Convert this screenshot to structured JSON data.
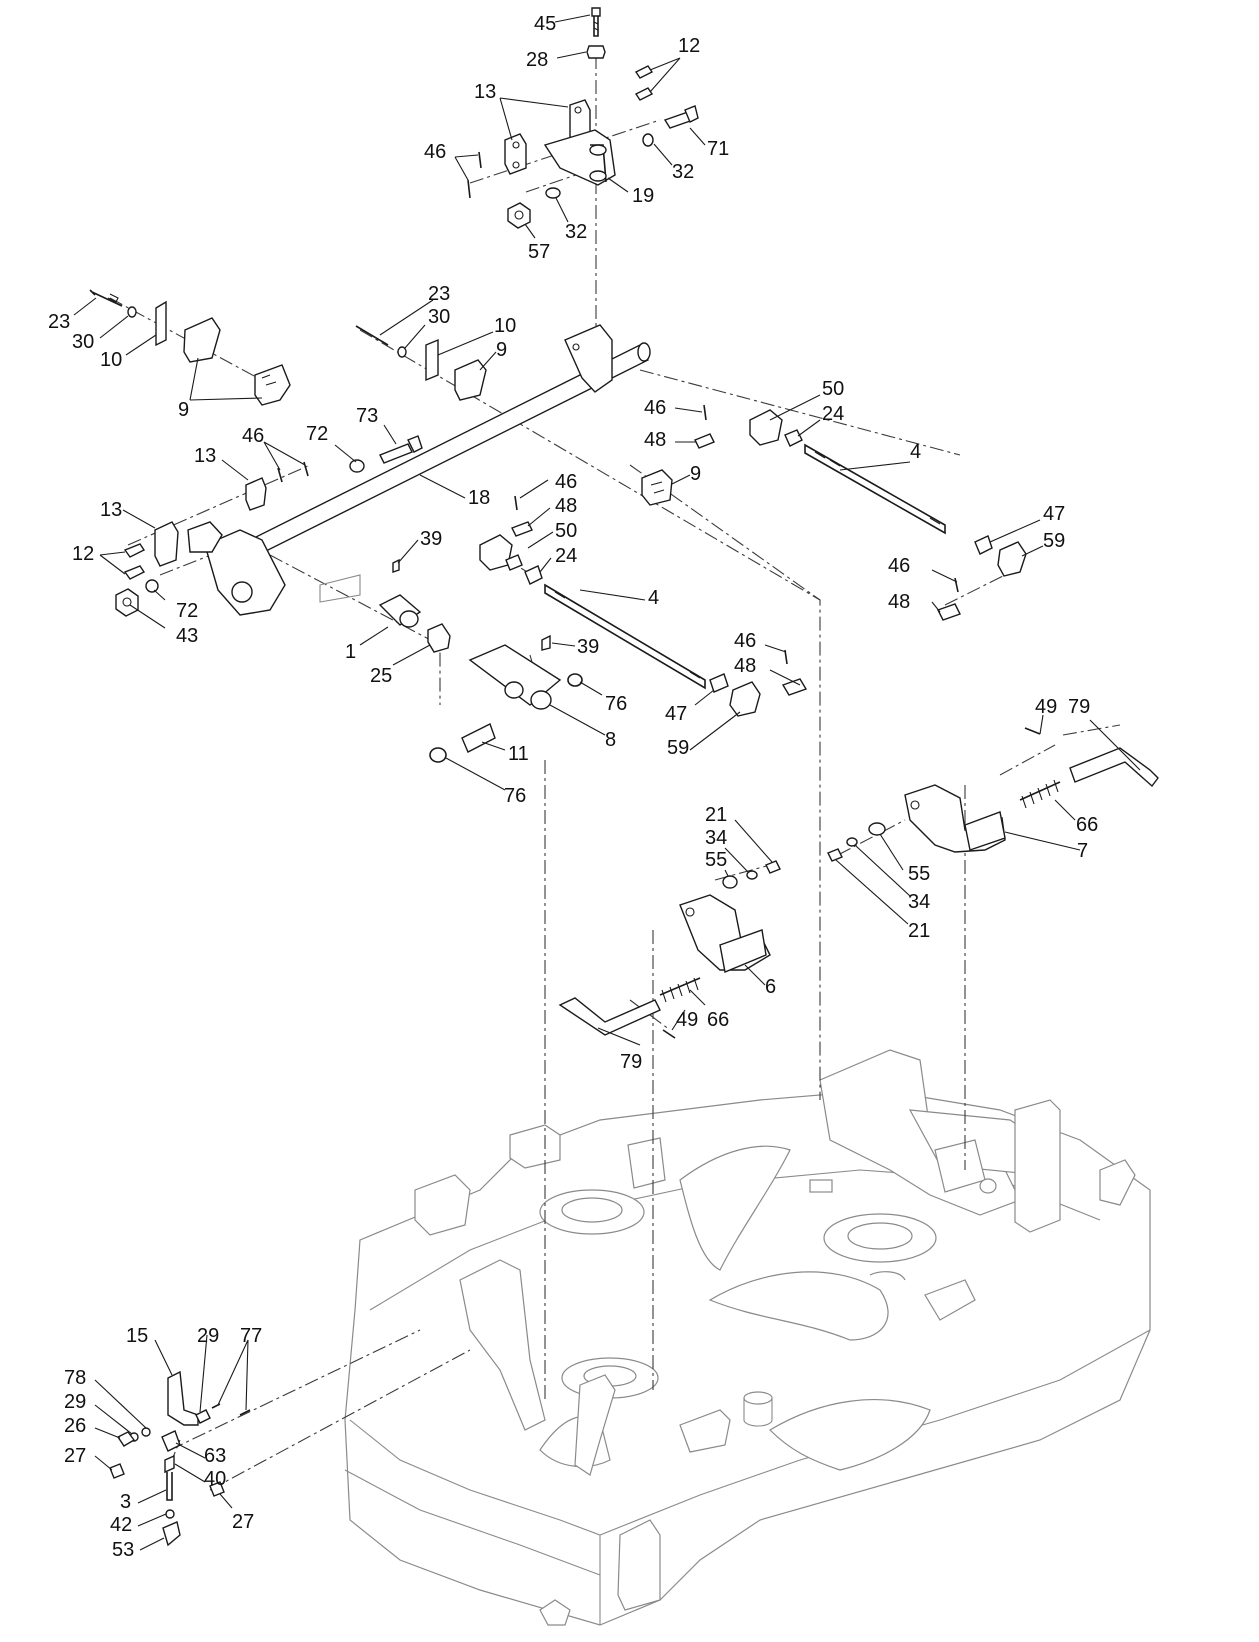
{
  "callouts": [
    {
      "id": "c45",
      "text": "45"
    },
    {
      "id": "c28",
      "text": "28"
    },
    {
      "id": "c12a",
      "text": "12"
    },
    {
      "id": "c13a",
      "text": "13"
    },
    {
      "id": "c46a",
      "text": "46"
    },
    {
      "id": "c71",
      "text": "71"
    },
    {
      "id": "c32a",
      "text": "32"
    },
    {
      "id": "c19",
      "text": "19"
    },
    {
      "id": "c32b",
      "text": "32"
    },
    {
      "id": "c57",
      "text": "57"
    },
    {
      "id": "c23a",
      "text": "23"
    },
    {
      "id": "c30a",
      "text": "30"
    },
    {
      "id": "c10a",
      "text": "10"
    },
    {
      "id": "c9a",
      "text": "9"
    },
    {
      "id": "c23b",
      "text": "23"
    },
    {
      "id": "c30b",
      "text": "30"
    },
    {
      "id": "c10b",
      "text": "10"
    },
    {
      "id": "c9b",
      "text": "9"
    },
    {
      "id": "c50a",
      "text": "50"
    },
    {
      "id": "c46b",
      "text": "46"
    },
    {
      "id": "c24a",
      "text": "24"
    },
    {
      "id": "c48a",
      "text": "48"
    },
    {
      "id": "c4a",
      "text": "4"
    },
    {
      "id": "c73",
      "text": "73"
    },
    {
      "id": "c46c",
      "text": "46"
    },
    {
      "id": "c72a",
      "text": "72"
    },
    {
      "id": "c13b",
      "text": "13"
    },
    {
      "id": "c9c",
      "text": "9"
    },
    {
      "id": "c18",
      "text": "18"
    },
    {
      "id": "c46d",
      "text": "46"
    },
    {
      "id": "c48b",
      "text": "48"
    },
    {
      "id": "c50b",
      "text": "50"
    },
    {
      "id": "c24b",
      "text": "24"
    },
    {
      "id": "c47a",
      "text": "47"
    },
    {
      "id": "c59a",
      "text": "59"
    },
    {
      "id": "c13c",
      "text": "13"
    },
    {
      "id": "c39a",
      "text": "39"
    },
    {
      "id": "c12b",
      "text": "12"
    },
    {
      "id": "c46e",
      "text": "46"
    },
    {
      "id": "c48c",
      "text": "48"
    },
    {
      "id": "c72b",
      "text": "72"
    },
    {
      "id": "c43",
      "text": "43"
    },
    {
      "id": "c4b",
      "text": "4"
    },
    {
      "id": "c1",
      "text": "1"
    },
    {
      "id": "c39b",
      "text": "39"
    },
    {
      "id": "c46f",
      "text": "46"
    },
    {
      "id": "c48d",
      "text": "48"
    },
    {
      "id": "c25",
      "text": "25"
    },
    {
      "id": "c76a",
      "text": "76"
    },
    {
      "id": "c47b",
      "text": "47"
    },
    {
      "id": "c8",
      "text": "8"
    },
    {
      "id": "c11",
      "text": "11"
    },
    {
      "id": "c59b",
      "text": "59"
    },
    {
      "id": "c49a",
      "text": "49"
    },
    {
      "id": "c79a",
      "text": "79"
    },
    {
      "id": "c76b",
      "text": "76"
    },
    {
      "id": "c66a",
      "text": "66"
    },
    {
      "id": "c21a",
      "text": "21"
    },
    {
      "id": "c34a",
      "text": "34"
    },
    {
      "id": "c7",
      "text": "7"
    },
    {
      "id": "c55a",
      "text": "55"
    },
    {
      "id": "c55b",
      "text": "55"
    },
    {
      "id": "c34b",
      "text": "34"
    },
    {
      "id": "c21b",
      "text": "21"
    },
    {
      "id": "c6",
      "text": "6"
    },
    {
      "id": "c49b",
      "text": "49"
    },
    {
      "id": "c66b",
      "text": "66"
    },
    {
      "id": "c79b",
      "text": "79"
    },
    {
      "id": "c15",
      "text": "15"
    },
    {
      "id": "c29a",
      "text": "29"
    },
    {
      "id": "c77",
      "text": "77"
    },
    {
      "id": "c78",
      "text": "78"
    },
    {
      "id": "c29b",
      "text": "29"
    },
    {
      "id": "c26",
      "text": "26"
    },
    {
      "id": "c63",
      "text": "63"
    },
    {
      "id": "c27a",
      "text": "27"
    },
    {
      "id": "c40",
      "text": "40"
    },
    {
      "id": "c3",
      "text": "3"
    },
    {
      "id": "c42",
      "text": "42"
    },
    {
      "id": "c53",
      "text": "53"
    },
    {
      "id": "c27b",
      "text": "27"
    }
  ]
}
